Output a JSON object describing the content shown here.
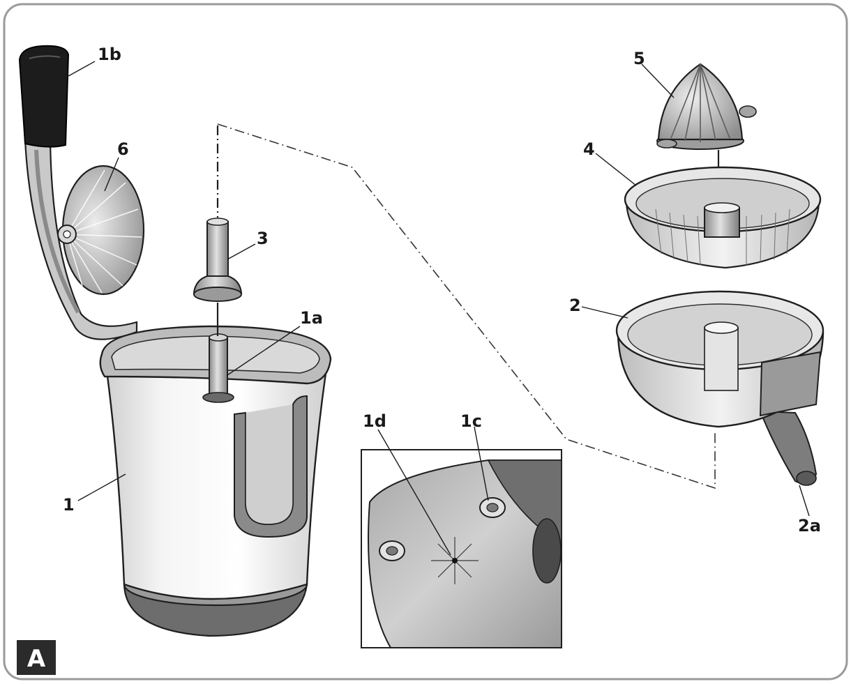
{
  "figure": {
    "badge": "A"
  },
  "callouts": {
    "part_1": "1",
    "part_1a": "1a",
    "part_1b": "1b",
    "part_1c": "1c",
    "part_1d": "1d",
    "part_2": "2",
    "part_2a": "2a",
    "part_3": "3",
    "part_4": "4",
    "part_5": "5",
    "part_6": "6"
  },
  "colors": {
    "frame": "#9a9a9a",
    "outline": "#1e1e1e",
    "handle_grip": "#1c1c1c",
    "badge": "#2b2b2b"
  }
}
